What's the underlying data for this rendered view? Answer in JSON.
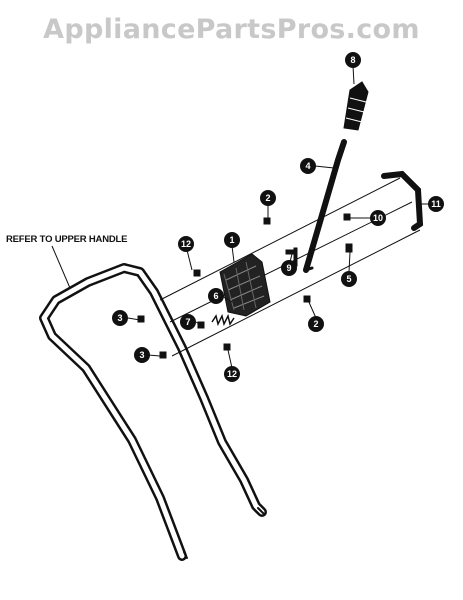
{
  "watermark": "AppliancePartsPros.com",
  "label_refer": "REFER TO UPPER HANDLE",
  "callouts": {
    "c1": "1",
    "c2a": "2",
    "c2b": "2",
    "c3a": "3",
    "c3b": "3",
    "c4": "4",
    "c5": "5",
    "c6": "6",
    "c7": "7",
    "c8": "8",
    "c9": "9",
    "c10": "10",
    "c11": "11",
    "c12a": "12",
    "c12b": "12"
  },
  "colors": {
    "ink": "#111111",
    "watermark": "#c8c8c8",
    "background": "#ffffff"
  }
}
